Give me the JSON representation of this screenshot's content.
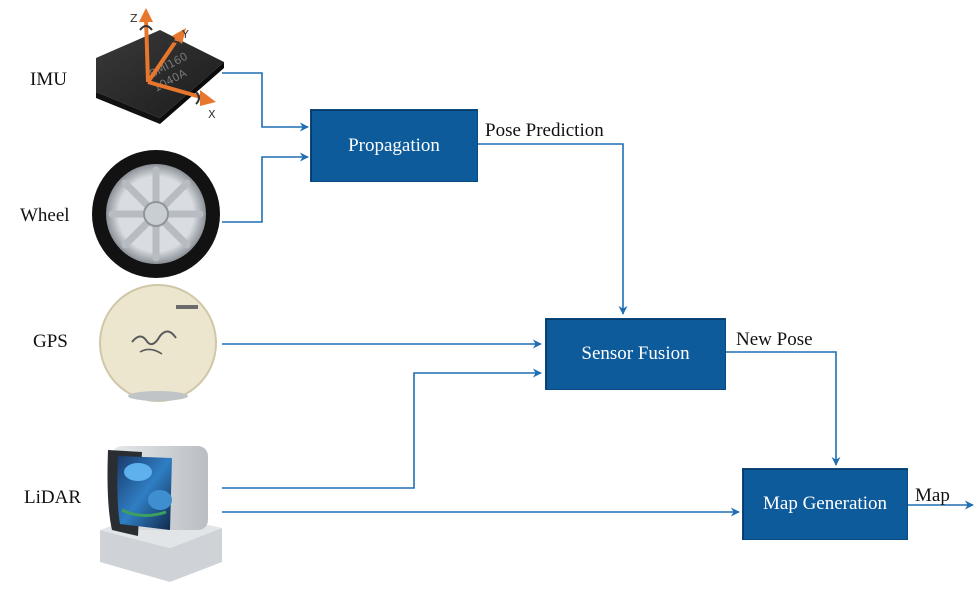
{
  "inputs": {
    "imu": "IMU",
    "wheel": "Wheel",
    "gps": "GPS",
    "lidar": "LiDAR"
  },
  "blocks": {
    "propagation": "Propagation",
    "sensor_fusion": "Sensor Fusion",
    "map_generation": "Map Generation"
  },
  "edges": {
    "pose_prediction": "Pose Prediction",
    "new_pose": "New Pose",
    "map": "Map"
  },
  "imu_chip": {
    "axis_z": "Z",
    "axis_y": "Y",
    "axis_x": "X"
  },
  "colors": {
    "block_fill": "#0d5b9b",
    "arrow": "#1f6fb2"
  }
}
